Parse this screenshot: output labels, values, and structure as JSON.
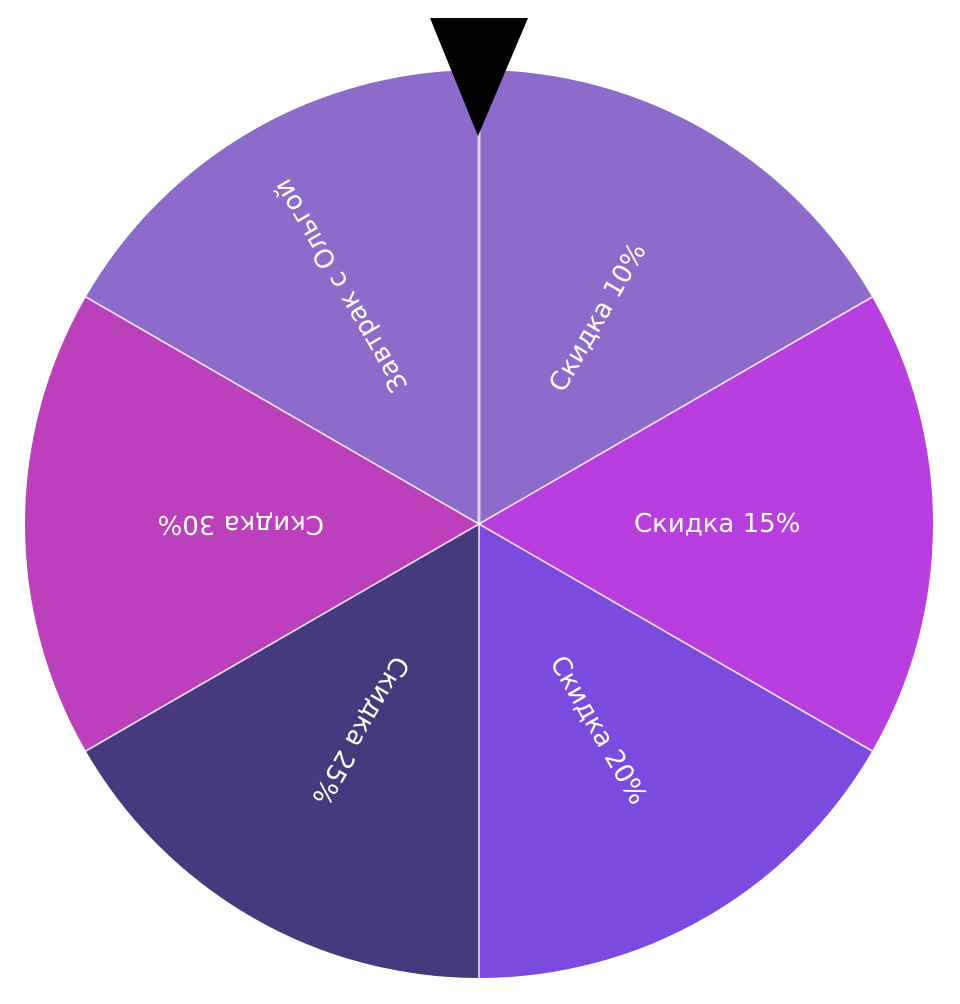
{
  "wheel": {
    "pointer": {
      "icon": "pointer-triangle-icon",
      "color": "#000000"
    },
    "divider_color": "#ffffff",
    "segments": [
      {
        "label": "Скидка 10%",
        "color": "#8C6BCB"
      },
      {
        "label": "Скидка 15%",
        "color": "#B93EE0"
      },
      {
        "label": "Скидка 20%",
        "color": "#7B4BE0"
      },
      {
        "label": "Скидка 25%",
        "color": "#46397E"
      },
      {
        "label": "Скидка 30%",
        "color": "#BC40BC"
      },
      {
        "label": "Завтрак с Ольгой",
        "color": "#8C6BCB"
      }
    ]
  }
}
